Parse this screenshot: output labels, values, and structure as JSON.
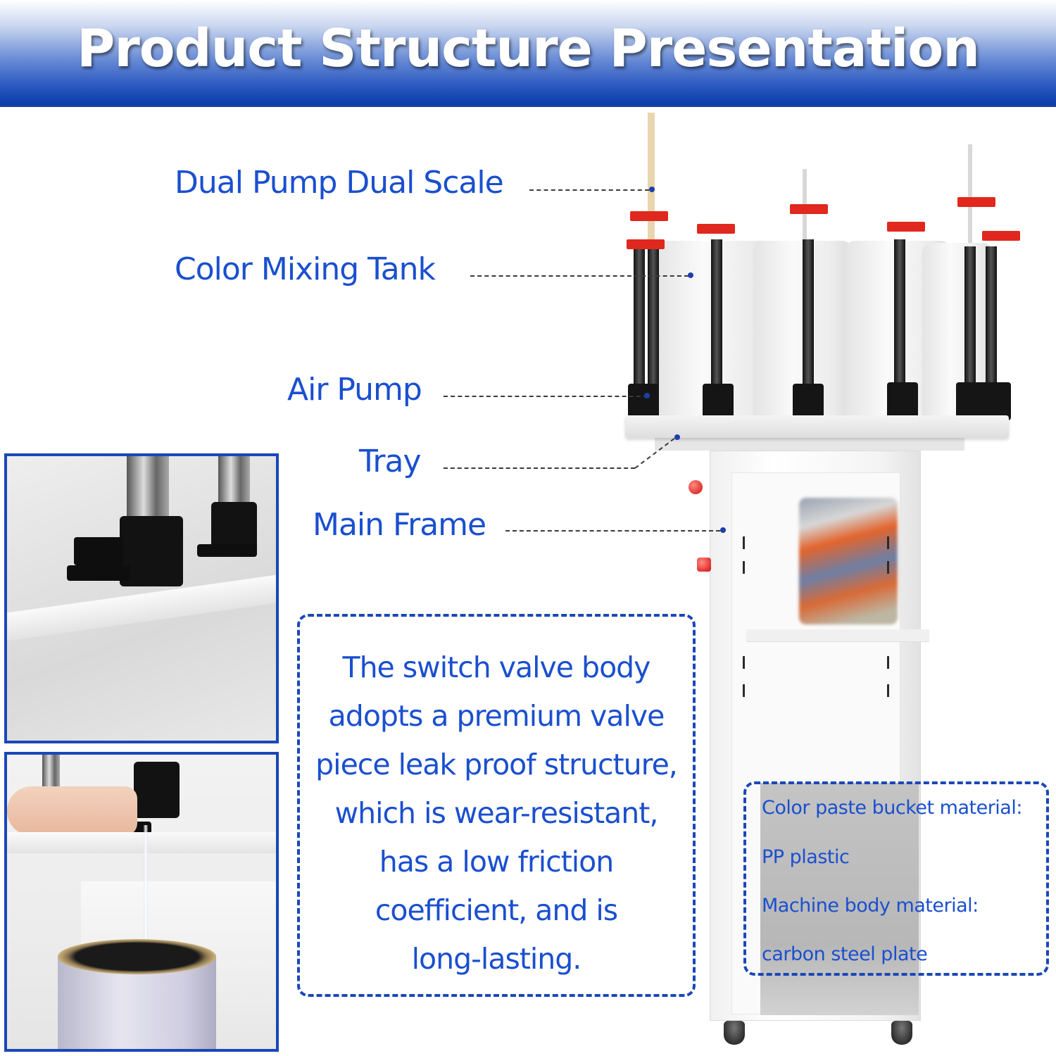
{
  "header": {
    "title": "Product Structure Presentation"
  },
  "callouts": [
    {
      "label": "Dual Pump Dual Scale",
      "target": "scale-rod"
    },
    {
      "label": "Color Mixing Tank",
      "target": "tank"
    },
    {
      "label": "Air Pump",
      "target": "pump-base"
    },
    {
      "label": "Tray",
      "target": "tray"
    },
    {
      "label": "Main Frame",
      "target": "frame"
    }
  ],
  "valve_description": {
    "lines": [
      "The switch valve body",
      "adopts a premium valve",
      "piece leak proof structure,",
      "which is wear-resistant,",
      "has a low friction",
      "coefficient, and is",
      "long-lasting."
    ]
  },
  "materials": {
    "lines": [
      "Color paste bucket material:",
      "PP plastic",
      "Machine body material:",
      "carbon steel plate"
    ]
  },
  "photos": [
    {
      "subject": "valve close-up"
    },
    {
      "subject": "valve dispensing into bucket"
    }
  ],
  "colors": {
    "accent_blue": "#1a4fcf",
    "border_blue": "#1a47b8",
    "banner_dark": "#0a3cab",
    "pump_cap_red": "#e0281e"
  }
}
